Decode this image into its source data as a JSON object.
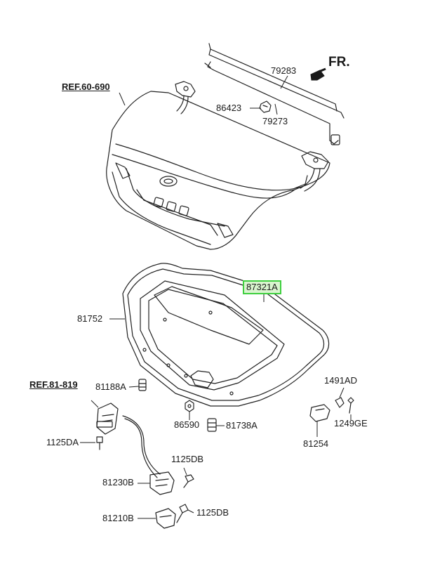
{
  "diagram": {
    "direction_label": "FR.",
    "refs": [
      "REF.60-690",
      "REF.81-819"
    ],
    "highlight_color": "#3fcf3f",
    "highlight_fill": "#d9f5cf",
    "parts": [
      {
        "id": "p-79283",
        "label": "79283"
      },
      {
        "id": "p-86423",
        "label": "86423"
      },
      {
        "id": "p-79273",
        "label": "79273"
      },
      {
        "id": "p-87321A",
        "label": "87321A",
        "highlighted": true
      },
      {
        "id": "p-81752",
        "label": "81752"
      },
      {
        "id": "p-81188A",
        "label": "81188A"
      },
      {
        "id": "p-1491AD",
        "label": "1491AD"
      },
      {
        "id": "p-1249GE",
        "label": "1249GE"
      },
      {
        "id": "p-86590",
        "label": "86590"
      },
      {
        "id": "p-81738A",
        "label": "81738A"
      },
      {
        "id": "p-81254",
        "label": "81254"
      },
      {
        "id": "p-1125DA",
        "label": "1125DA"
      },
      {
        "id": "p-1125DB-a",
        "label": "1125DB"
      },
      {
        "id": "p-81230B",
        "label": "81230B"
      },
      {
        "id": "p-81210B",
        "label": "81210B"
      },
      {
        "id": "p-1125DB-b",
        "label": "1125DB"
      }
    ]
  }
}
